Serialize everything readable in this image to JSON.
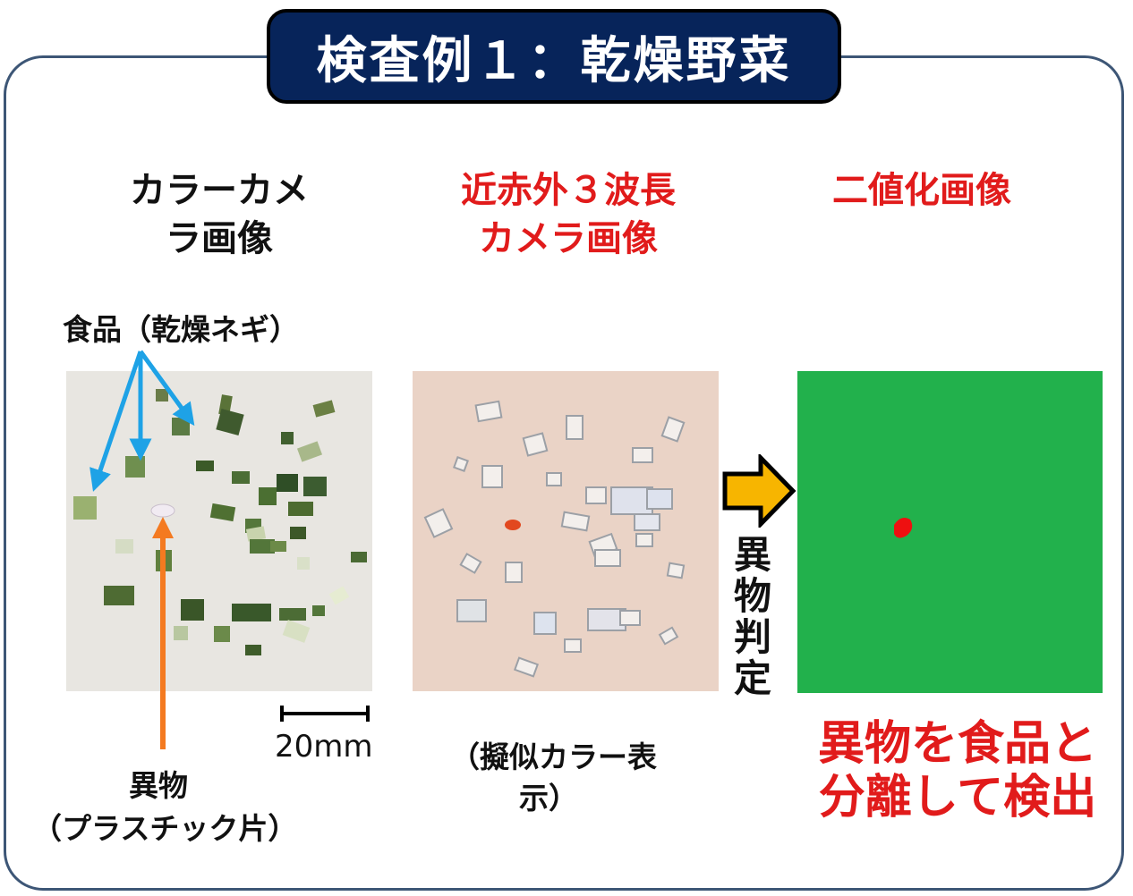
{
  "title": "検査例１：乾燥野菜",
  "panels": [
    {
      "heading_line1": "カラーカメ",
      "heading_line2": "ラ画像"
    },
    {
      "heading_line1": "近赤外３波長",
      "heading_line2": "カメラ画像"
    },
    {
      "heading_line1": "二値化画像",
      "heading_line2": ""
    }
  ],
  "labels": {
    "food": "食品（乾燥ネギ）",
    "scale": "20mm",
    "foreign_line1": "異物",
    "foreign_line2": "（プラスチック片）",
    "pseudo_line1": "（擬似カラー表",
    "pseudo_line2": "示）",
    "judgement": [
      "異",
      "物",
      "判",
      "定"
    ],
    "result_line1": "異物を食品と",
    "result_line2": "分離して検出"
  },
  "colors": {
    "title_bg": "#07245a",
    "frame_border": "#3d5676",
    "red_text": "#e11b1b",
    "pointer_blue": "#1ea2e6",
    "pointer_orange": "#f47a20",
    "arrow_fill": "#f7b500",
    "binary_bg": "#22b14c",
    "binary_spot": "#ee1010"
  }
}
